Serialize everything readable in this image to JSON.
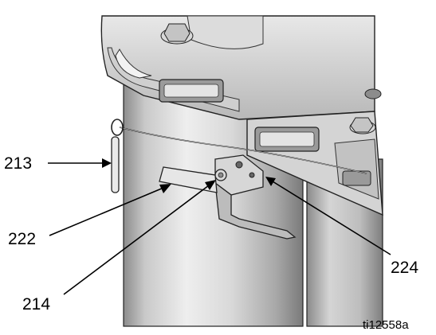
{
  "callouts": [
    {
      "id": "213",
      "label": "213"
    },
    {
      "id": "222",
      "label": "222"
    },
    {
      "id": "214",
      "label": "214"
    },
    {
      "id": "224",
      "label": "224"
    }
  ],
  "figure_id": "ti12558a"
}
